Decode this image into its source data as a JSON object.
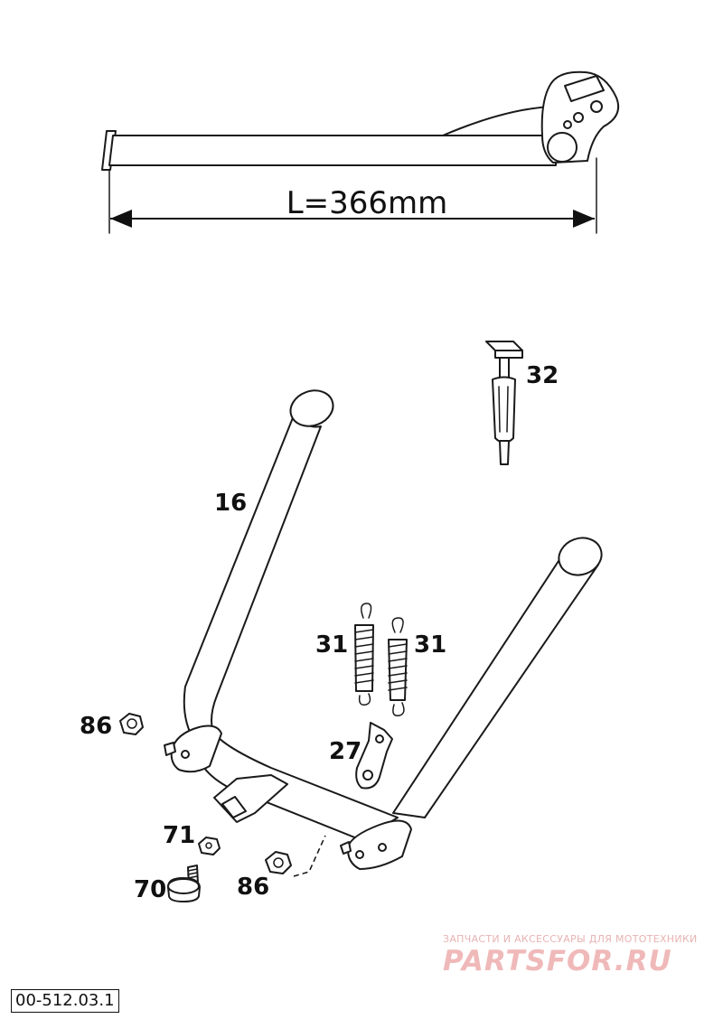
{
  "dimension": {
    "label": "L=366mm"
  },
  "callouts": {
    "stand": "16",
    "spring_left": "31",
    "spring_right": "31",
    "bracket": "27",
    "pin": "32",
    "nut_left": "86",
    "nut_bottom": "86",
    "nut_small": "71",
    "rubber_foot": "70"
  },
  "reference_code": "00-512.03.1",
  "watermark": {
    "tagline": "ЗАПЧАСТИ И АКСЕССУАРЫ ДЛЯ МОТОТЕХНИКИ",
    "brand": "PARTSFOR.RU"
  },
  "colors": {
    "line": "#1a1a1a",
    "watermark": "#f0b9b9"
  }
}
